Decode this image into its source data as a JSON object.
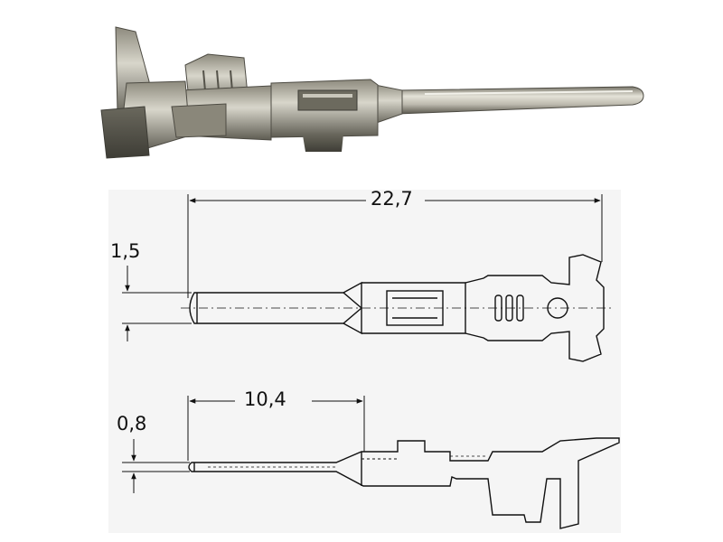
{
  "photo": {
    "description_icon": "crimp-pin-contact-photo"
  },
  "drawing": {
    "top_view": {
      "overall_length": "22,7",
      "pin_diameter": "1,5"
    },
    "side_view": {
      "pin_length": "10,4",
      "pin_thickness": "0,8"
    }
  },
  "colors": {
    "panel_bg": "#f5f5f5",
    "line": "#111111",
    "metal_dark": "#5a5a50",
    "metal_light": "#c9c7bb"
  }
}
